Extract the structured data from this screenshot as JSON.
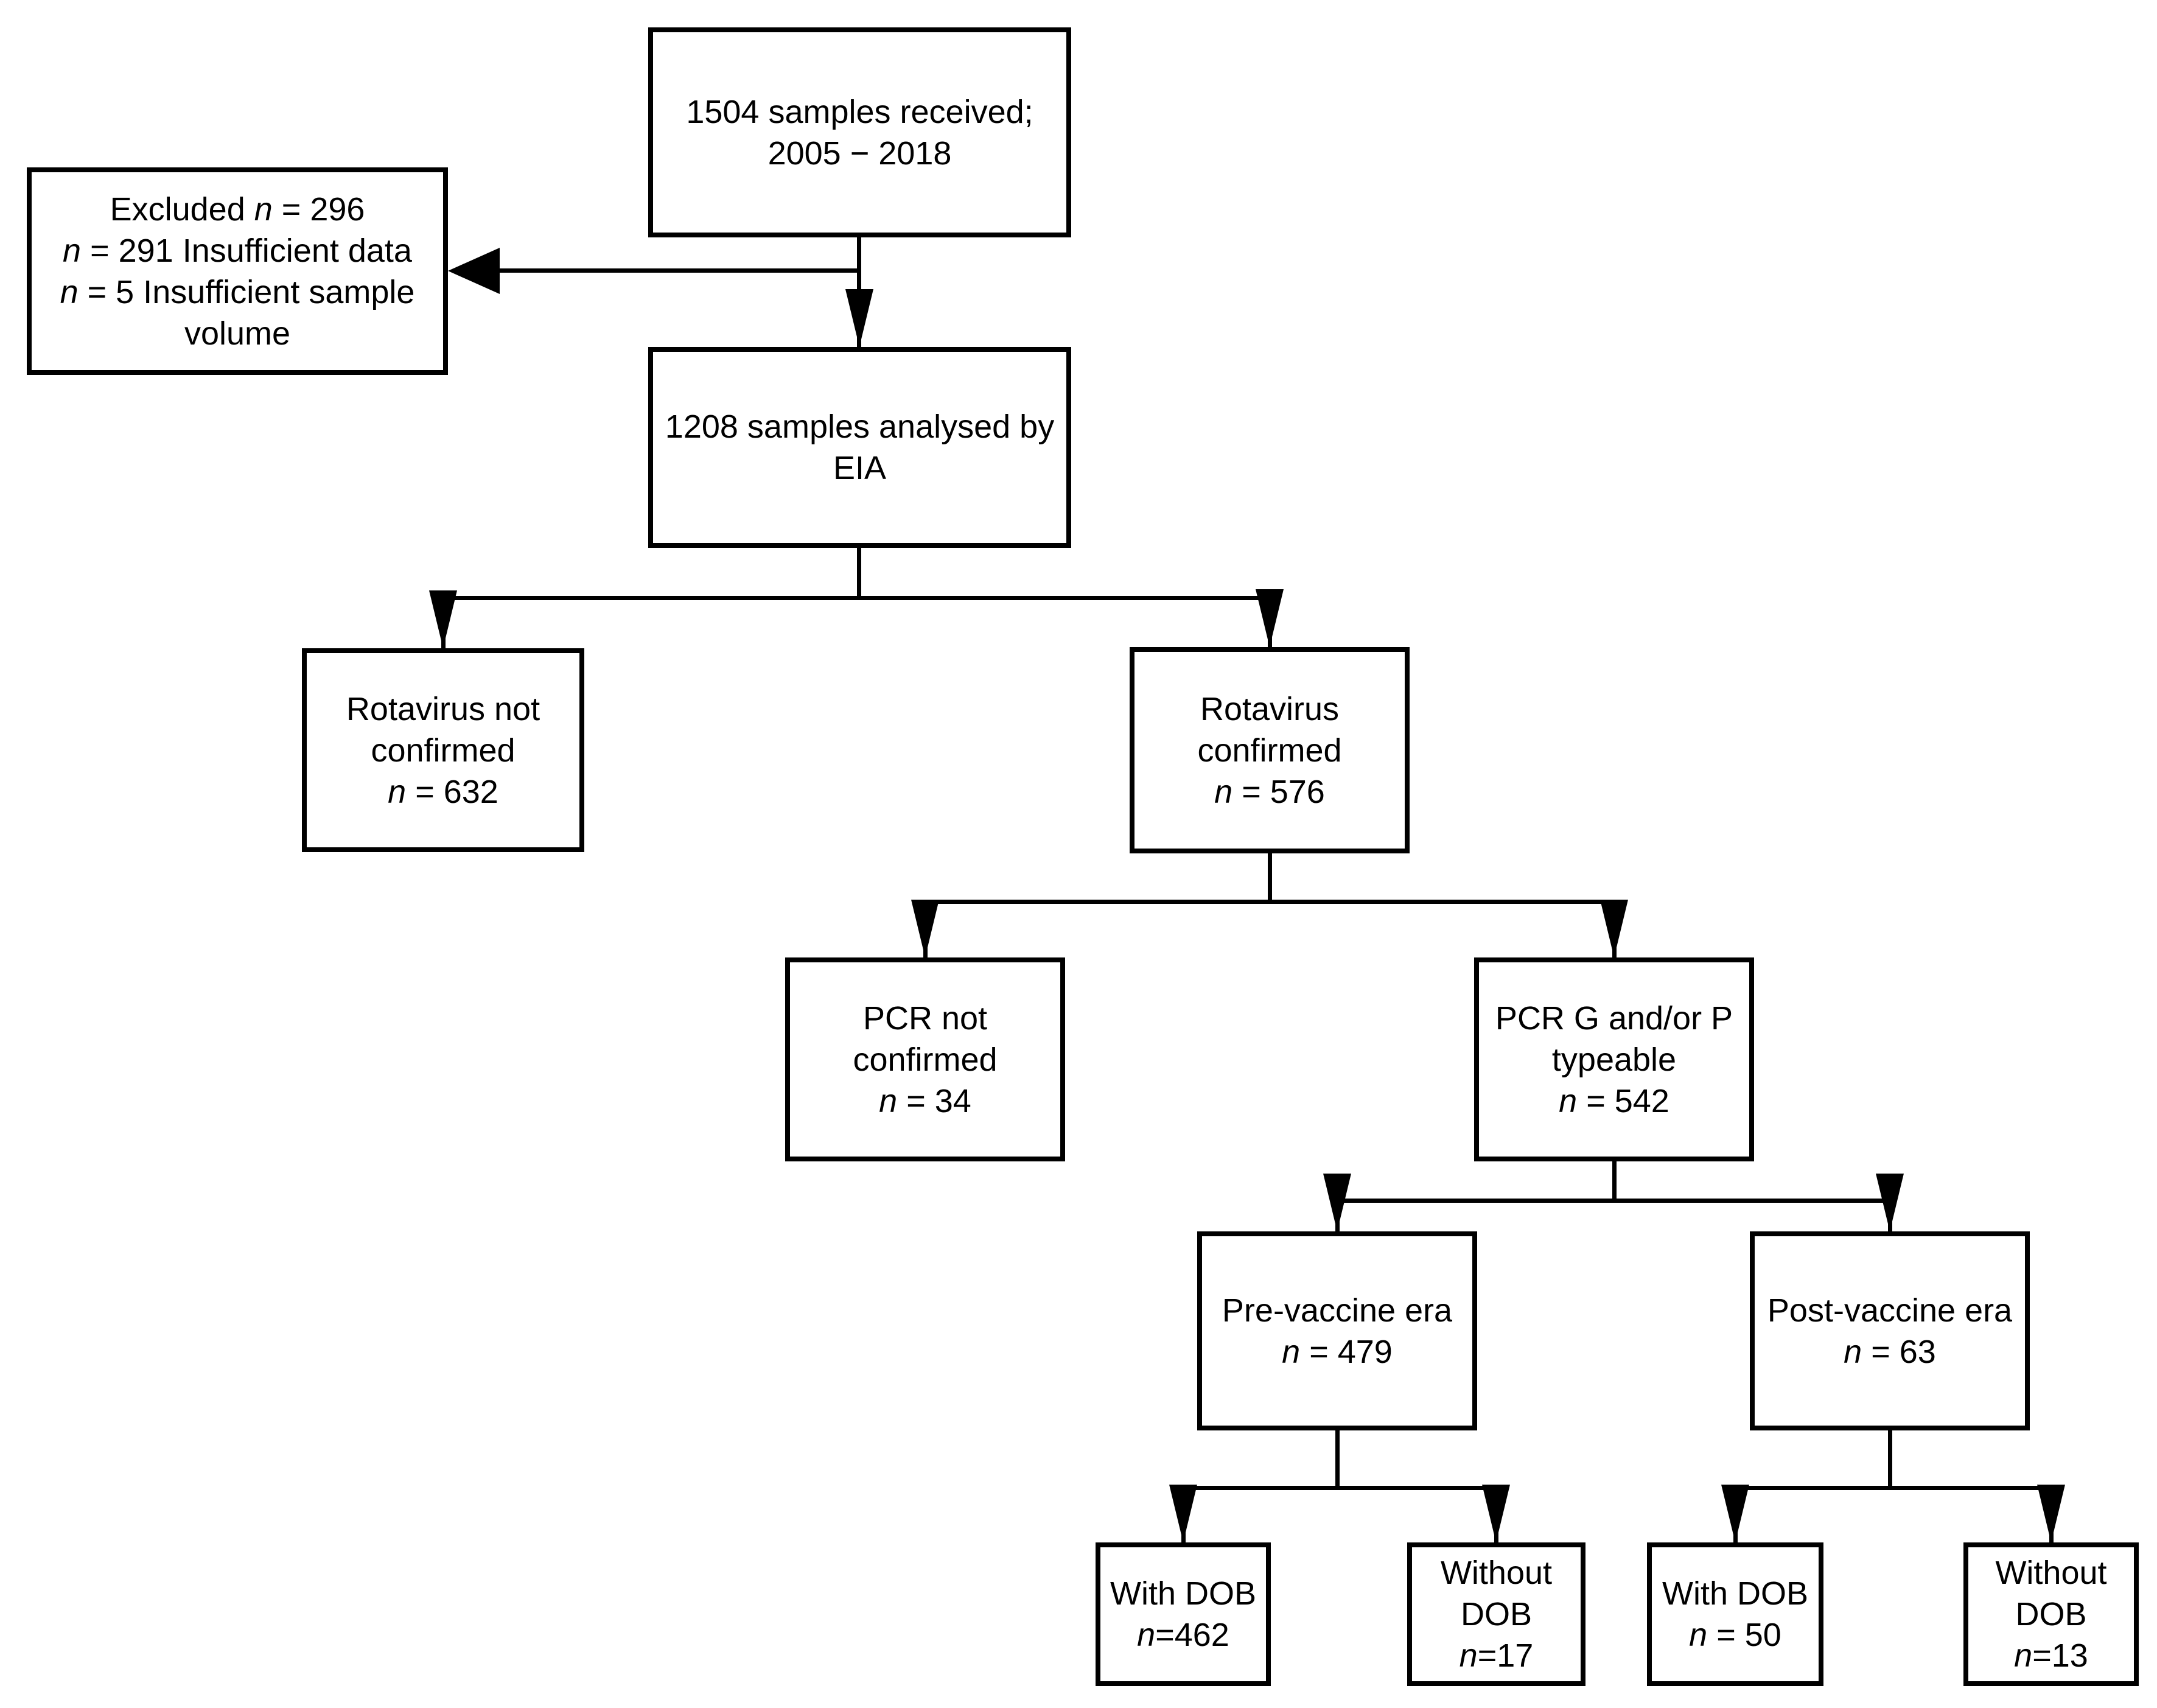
{
  "figure": {
    "type": "flowchart",
    "background": "#ffffff",
    "ink": "#000000"
  },
  "nodes": {
    "received": {
      "title": "1504 samples received;\n2005 − 2018"
    },
    "excluded": {
      "rows": [
        {
          "pre": "Excluded ",
          "sym": "n",
          "rest": " = 296"
        },
        {
          "pre": "",
          "sym": "n",
          "rest": " = 291 Insufficient data"
        },
        {
          "pre": "",
          "sym": "n",
          "rest": " = 5 Insufficient sample"
        },
        {
          "pre": "volume",
          "sym": "",
          "rest": ""
        }
      ]
    },
    "eia": {
      "title": "1208 samples analysed by\nEIA"
    },
    "rotavirus_not_confirmed": {
      "title": "Rotavirus not\nconfirmed",
      "n_sym": "n",
      "n_rest": " = 632"
    },
    "rotavirus_confirmed": {
      "title": "Rotavirus\nconfirmed",
      "n_sym": "n",
      "n_rest": " = 576"
    },
    "pcr_not_confirmed": {
      "title": "PCR not\nconfirmed",
      "n_sym": "n",
      "n_rest": " = 34"
    },
    "pcr_typeable": {
      "title": "PCR G and/or P\ntypeable",
      "n_sym": "n",
      "n_rest": " = 542"
    },
    "pre_vaccine": {
      "title": "Pre-vaccine era",
      "n_sym": "n",
      "n_rest": " = 479"
    },
    "post_vaccine": {
      "title": "Post-vaccine era",
      "n_sym": "n",
      "n_rest": " = 63"
    },
    "pre_with_dob": {
      "title": "With DOB",
      "n_sym": "n",
      "n_rest": "=462"
    },
    "pre_without_dob": {
      "title": "Without\nDOB",
      "n_sym": "n",
      "n_rest": "=17"
    },
    "post_with_dob": {
      "title": "With DOB",
      "n_sym": "n",
      "n_rest": " = 50"
    },
    "post_without_dob": {
      "title": "Without\nDOB",
      "n_sym": "n",
      "n_rest": "=13"
    }
  }
}
